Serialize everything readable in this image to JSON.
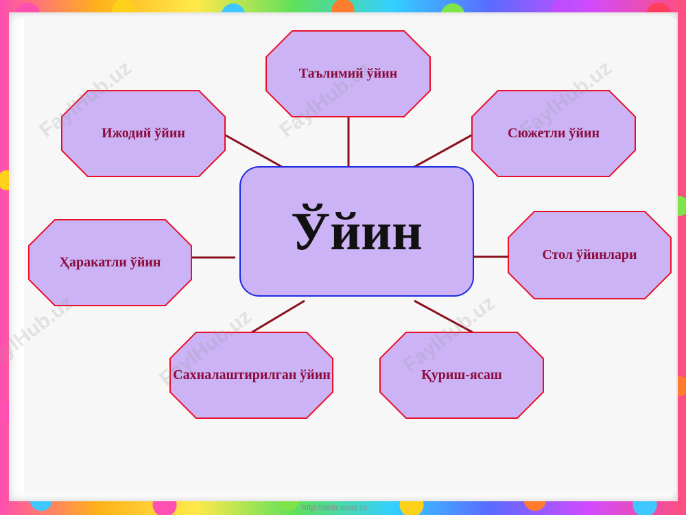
{
  "center": {
    "label": "Ўйин"
  },
  "nodes": [
    {
      "id": "talimiy",
      "label": "Таълимий ўйин"
    },
    {
      "id": "ijodiy",
      "label": "Ижодий ўйин"
    },
    {
      "id": "syujetli",
      "label": "Сюжетли ўйин"
    },
    {
      "id": "harakatli",
      "label": "Ҳаракатли ўйин"
    },
    {
      "id": "stol",
      "label": "Стол ўйинлари"
    },
    {
      "id": "sahnalashtirilgan",
      "label": "Сахналаштирилган ўйин"
    },
    {
      "id": "qurish",
      "label": "Қуриш-ясаш"
    }
  ],
  "watermark": "FaylHub.uz",
  "footer_url": "http://aida.ucoz.ru",
  "colors": {
    "node_fill": "#cbb3f5",
    "node_border": "#e8102a",
    "center_fill": "#cbb3f5",
    "center_border": "#1a2ae0",
    "connector": "#8a0f1e",
    "label_text": "#8b0b3c"
  }
}
